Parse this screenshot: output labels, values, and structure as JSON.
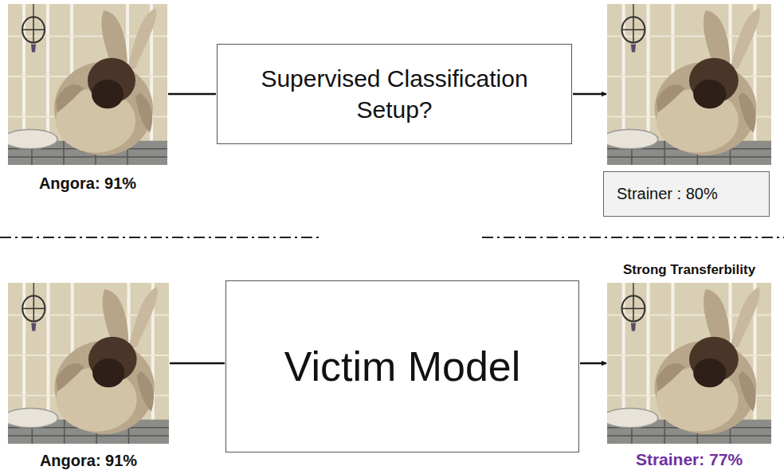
{
  "diagram": {
    "nodes": [
      {
        "text": [
          "Angora: 91%"
        ]
      },
      {
        "text": [
          "Supervised Classification Setup?"
        ]
      },
      {
        "text": [
          "Strainer : 80%"
        ]
      },
      {
        "text": [
          "Angora: 91%"
        ]
      },
      {
        "text": [
          "Victim Model"
        ]
      },
      {
        "text": [
          "Strong Transferbility",
          "Strainer: 77%"
        ]
      }
    ],
    "edges": [
      {
        "from": 0,
        "to": 1,
        "arrow": "none"
      },
      {
        "from": 1,
        "to": 2,
        "arrow": "to"
      },
      {
        "from": 3,
        "to": 4,
        "arrow": "none"
      },
      {
        "from": 4,
        "to": 5,
        "arrow": "to"
      }
    ]
  }
}
